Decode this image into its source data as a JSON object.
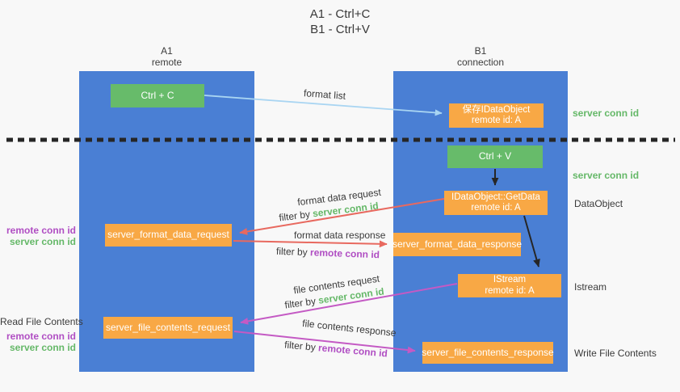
{
  "title": {
    "line1": "A1 - Ctrl+C",
    "line2": "B1 - Ctrl+V"
  },
  "columns": {
    "left": {
      "name": "A1",
      "role": "remote"
    },
    "right": {
      "name": "B1",
      "role": "connection"
    }
  },
  "boxes": {
    "ctrl_c": "Ctrl + C",
    "ctrl_v": "Ctrl + V",
    "save_dataobject": {
      "line1": "保存IDataObject",
      "line2": "remote id: A"
    },
    "getdata": {
      "line1": "IDataObject::GetData",
      "line2": "remote id: A"
    },
    "istream": {
      "line1": "IStream",
      "line2": "remote id: A"
    },
    "format_request": "server_format_data_request",
    "format_response": "server_format_data_response",
    "file_request": "server_file_contents_request",
    "file_response": "server_file_contents_response"
  },
  "flows": {
    "format_list": {
      "label": "format list"
    },
    "format_request": {
      "label": "format data request",
      "filter_prefix": "filter by",
      "filter_key": "server conn id"
    },
    "format_response": {
      "label": "format data response",
      "filter_prefix": "filter by",
      "filter_key": "remote conn id"
    },
    "file_request": {
      "label": "file contents request",
      "filter_prefix": "filter by",
      "filter_key": "server conn id"
    },
    "file_response": {
      "label": "file contents response",
      "filter_prefix": "filter by",
      "filter_key": "remote conn id"
    }
  },
  "margin_labels": {
    "left": {
      "format_pair": {
        "remote": "remote conn id",
        "server": "server conn id"
      },
      "read_file": "Read File Contents",
      "file_pair": {
        "remote": "remote conn id",
        "server": "server conn id"
      }
    },
    "right": {
      "server_conn_top": "server conn id",
      "server_conn_mid": "server conn id",
      "dataobject": "DataObject",
      "istream": "Istream",
      "write_file": "Write File Contents"
    }
  },
  "colors": {
    "column_blue": "#4a7fd4",
    "box_green": "#67bb6a",
    "box_orange": "#f8a845",
    "arrow_red": "#e8695f",
    "arrow_magenta": "#c45ac4",
    "arrow_lightblue": "#a9d5f2",
    "arrow_black": "#262626",
    "label_green": "#65b868",
    "label_purple": "#b04ec3",
    "background": "#f8f8f8"
  }
}
